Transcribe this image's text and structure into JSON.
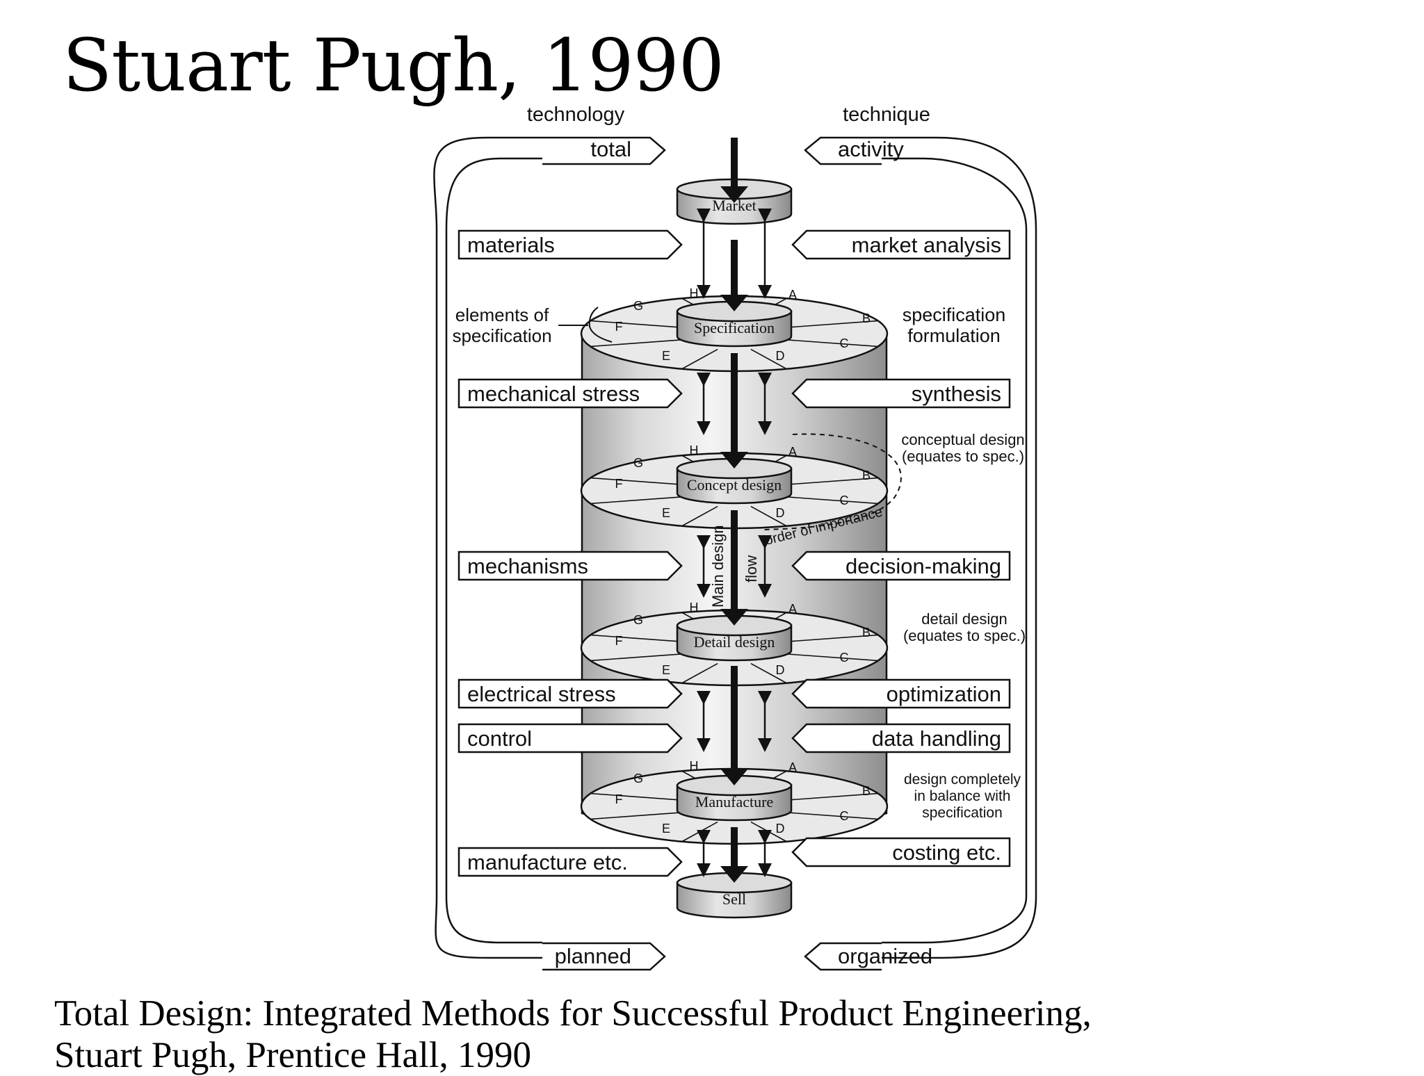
{
  "title": "Stuart Pugh, 1990",
  "diagram": {
    "top_left_heading": "technology",
    "top_right_heading": "technique",
    "left_top_arrow": "total",
    "right_top_arrow": "activity",
    "left_bottom_arrow": "planned",
    "right_bottom_arrow": "organized",
    "left_inputs": [
      "materials",
      "mechanical stress",
      "mechanisms",
      "electrical stress",
      "control",
      "manufacture etc."
    ],
    "right_inputs": [
      "market analysis",
      "synthesis",
      "decision-making",
      "optimization",
      "data handling",
      "costing etc."
    ],
    "stages": [
      "Market",
      "Specification",
      "Concept design",
      "Detail design",
      "Manufacture",
      "Sell"
    ],
    "disc_letters": [
      "A",
      "B",
      "C",
      "D",
      "E",
      "F",
      "G",
      "H"
    ],
    "left_note_line1": "elements of",
    "left_note_line2": "specification",
    "right_notes": [
      [
        "specification",
        "formulation"
      ],
      [
        "conceptual design",
        "(equates to spec.)"
      ],
      [
        "detail design",
        "(equates to spec.)"
      ],
      [
        "design completely",
        "in balance with",
        "specification"
      ]
    ],
    "order_label": "order of importance",
    "main_design_label": "Main design",
    "flow_label": "flow"
  },
  "caption": {
    "line1": "Total Design: Integrated Methods for Successful Product Engineering,",
    "line2": "Stuart Pugh, Prentice Hall, 1990"
  },
  "colors": {
    "ink": "#111111",
    "cylinder_light": "#f2f2f2",
    "cylinder_dark": "#9a9a9a",
    "background": "#ffffff"
  }
}
